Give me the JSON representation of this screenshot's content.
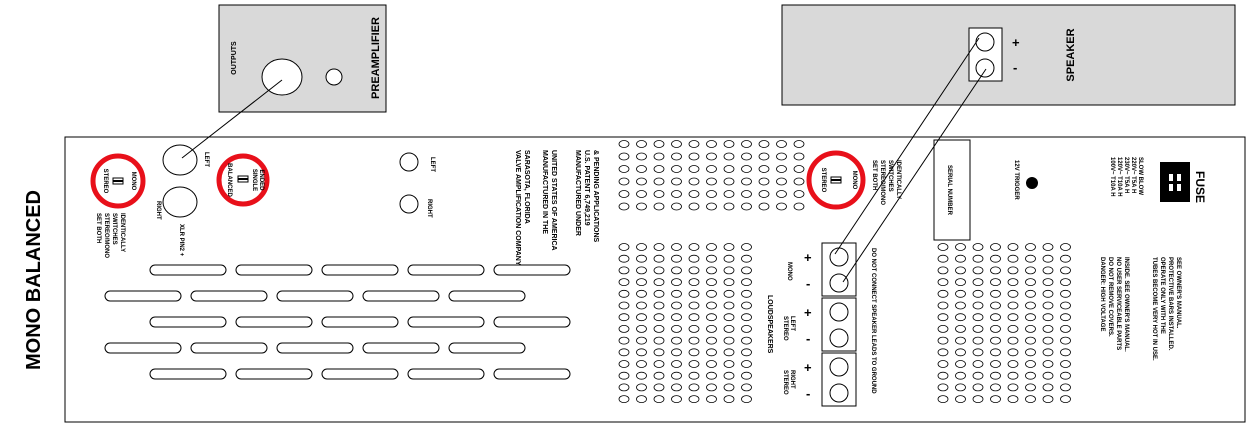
{
  "title": "MONO BALANCED",
  "preamp": {
    "name": "PREAMPLIFIER",
    "outputs_label": "OUTPUTS"
  },
  "speaker": {
    "name": "SPEAKER",
    "plus": "+",
    "minus": "-"
  },
  "panel": {
    "left_switch": {
      "stereo": "STEREO",
      "mono": "MONO",
      "note": [
        "SET BOTH",
        "STEREO/MONO",
        "SWITCHES",
        "IDENTICALLY"
      ]
    },
    "xlr": {
      "left": "LEFT",
      "right": "RIGHT",
      "pin_label": "XLR PIN2 +"
    },
    "balance_switch": {
      "balanced": "BALANCED",
      "single": "SINGLE",
      "ended": "ENDED"
    },
    "rca": {
      "left": "LEFT",
      "right": "RIGHT"
    },
    "company": [
      "VALVE AMPLIFICATION COMPANY",
      "SARASOTA, FLORIDA"
    ],
    "manufactured": [
      "MANUFACTURED IN THE",
      "UNITED STATES OF AMERICA"
    ],
    "patent": [
      "MANUFACTURED UNDER",
      "U.S. PATENT 6,749,219",
      "& PENDING APPLICATIONS"
    ],
    "right_switch": {
      "stereo": "STEREO",
      "mono": "MONO",
      "note": [
        "SET BOTH",
        "STEREO/MONO",
        "SWITCHES",
        "IDENTICALLY"
      ]
    },
    "loudspeakers": {
      "title": "LOUDSPEAKERS",
      "mono": "MONO",
      "stereo_left": [
        "STEREO",
        "LEFT"
      ],
      "stereo_right": [
        "STEREO",
        "RIGHT"
      ],
      "plus": "+",
      "minus": "-",
      "warning": "DO NOT CONNECT SPEAKER LEADS TO GROUND"
    },
    "serial_label": "SERIAL NUMBER",
    "trigger_label": "12V TRIGGER",
    "fuse_specs": [
      "100V~ T10A H",
      "120V~ T10A H",
      "230V~ T5A H",
      "220V~ T5A H",
      "SLOW BLOW"
    ],
    "fuse_label": "FUSE",
    "danger": [
      "DANGER: HIGH VOLTAGE",
      "DO NOT REMOVE COVERS.",
      "NO USER SERVICEABLE PARTS",
      "INSIDE. SEE OWNER'S MANUAL."
    ],
    "tubes": [
      "TUBES BECOME VERY HOT IN USE.",
      "OPERATE ONLY WITH THE",
      "PROTECTIVE BARS INSTALLED.",
      "SEE OWNER'S MANUAL."
    ]
  },
  "colors": {
    "highlight": "#e8101a",
    "box_fill": "#d9d9d9",
    "line": "#000000"
  }
}
